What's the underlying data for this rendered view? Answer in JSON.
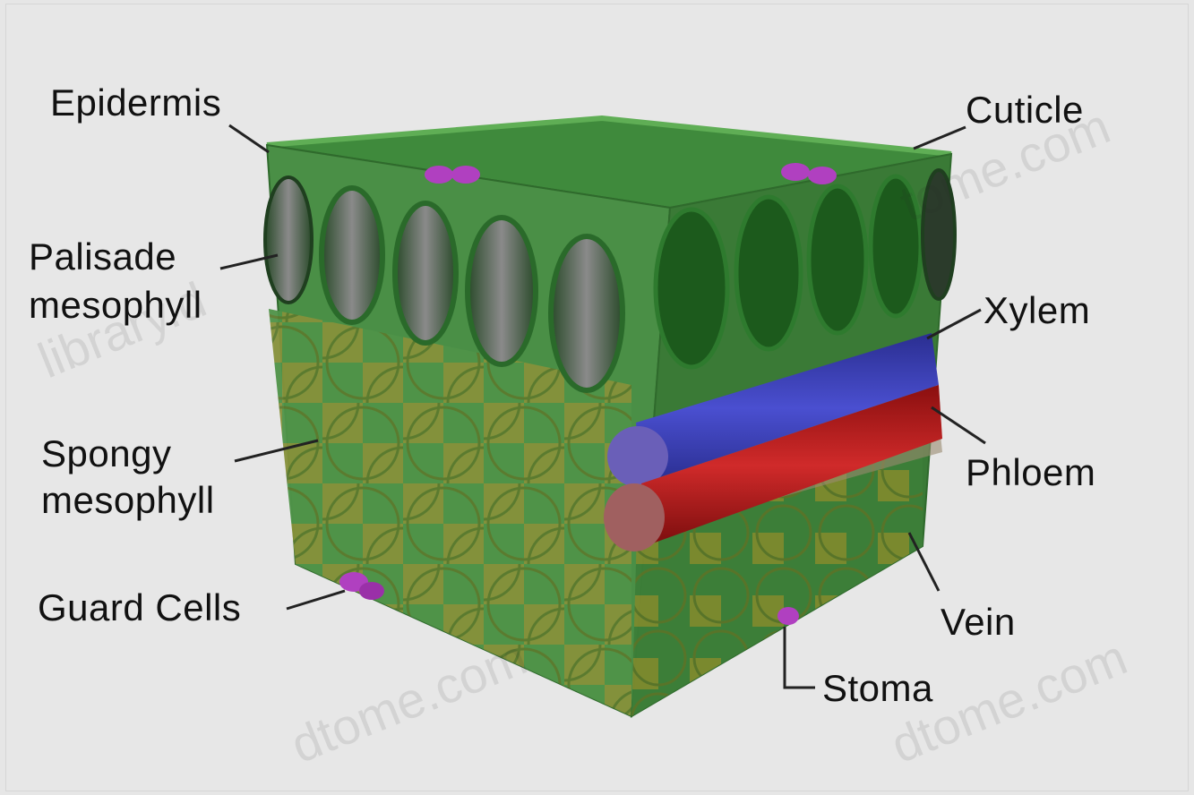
{
  "labels": {
    "epidermis": "Epidermis",
    "cuticle": "Cuticle",
    "palisade_1": "Palisade",
    "palisade_2": "mesophyll",
    "xylem": "Xylem",
    "spongy_1": "Spongy",
    "spongy_2": "mesophyll",
    "phloem": "Phloem",
    "guard_cells": "Guard Cells",
    "vein": "Vein",
    "stoma": "Stoma"
  },
  "watermarks": [
    "library.d",
    "tome.com",
    "dtome.com",
    "dtome.com"
  ],
  "colors": {
    "top_face": "#3f8a3c",
    "front_face": "#4a8f46",
    "right_face": "#3a7a36",
    "palisade_cell": "#1f5a1f",
    "spongy_cell": "#8a8a2a",
    "xylem": "#3b3fb0",
    "phloem": "#b01818",
    "guard_cells": "#b040c0",
    "leader_line": "#222222"
  }
}
